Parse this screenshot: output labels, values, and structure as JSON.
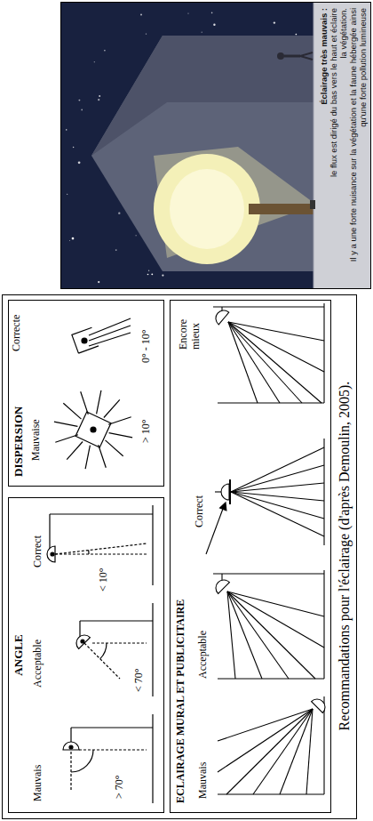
{
  "diagram": {
    "nodes": [
      {
        "text": [
          "Recommandations pour l'éclairage (d'après Demoulin, 2005)."
        ]
      },
      {
        "text": [
          "ANGLE"
        ],
        "in": 0
      },
      {
        "text": [
          "DISPERSION"
        ],
        "in": 0
      },
      {
        "text": [
          "ECLAIRAGE MURAL ET PUBLICITAIRE"
        ],
        "in": 0
      },
      {
        "text": [
          "Éclairage très mauvais :",
          "le flux est dirigé du bas vers le haut et éclaire la végétation.",
          "Il y a une forte nuisance sur la végétation et la faune hébergée ainsi qu'une forte pollution lumineuse"
        ]
      }
    ],
    "labels": [
      "Mauvais",
      "Acceptable",
      "Correct",
      "> 70°",
      "< 70°",
      "< 10°",
      "Mauvaise",
      "Correcte",
      "> 10°",
      "0° - 10°",
      "Mauvais",
      "Acceptable",
      "Correct",
      "Encore mieux"
    ]
  }
}
